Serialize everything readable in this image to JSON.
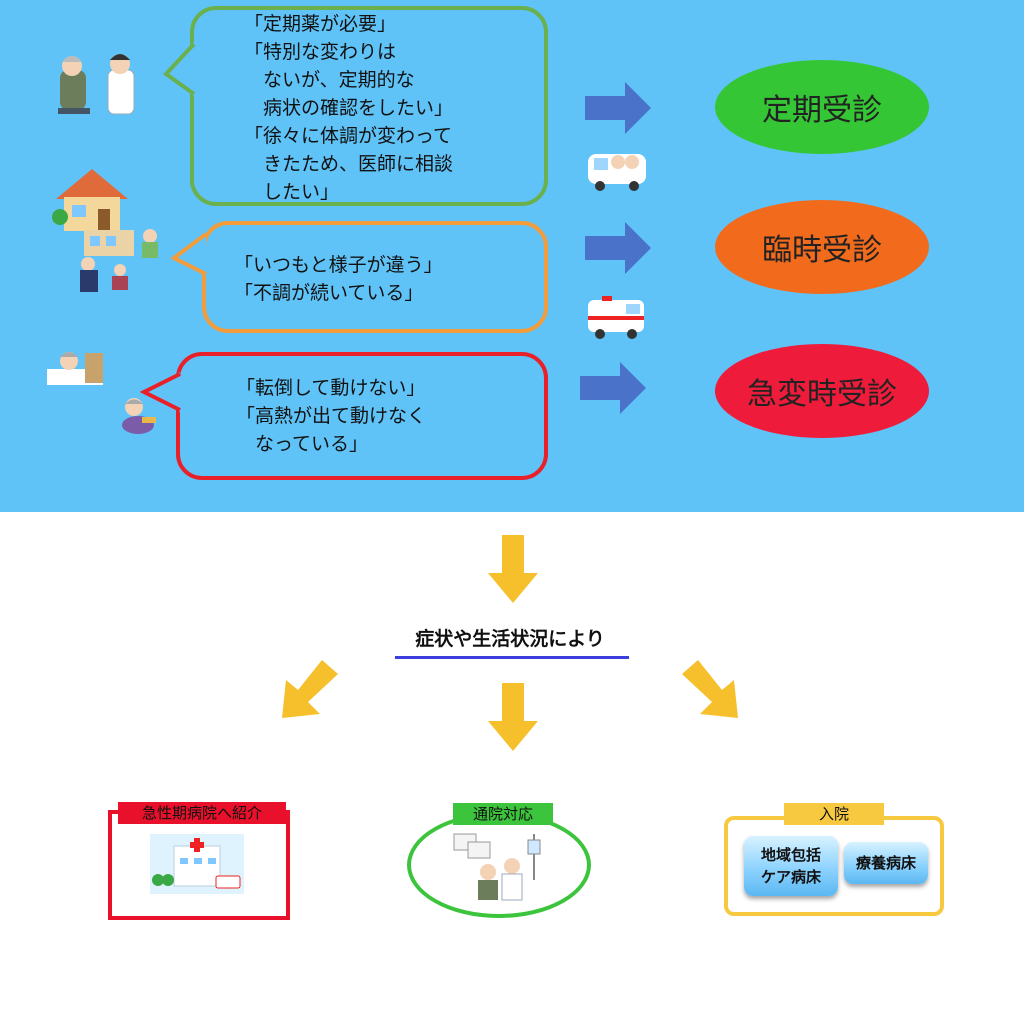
{
  "scenarios": [
    {
      "id": "regular",
      "lines": "「定期薬が必要」\n「特別な変わりは\n　ないが、定期的な\n　病状の確認をしたい」\n「徐々に体調が変わって\n　きたため、医師に相談\n　したい」",
      "border_color": "#6ab04c",
      "result": "定期受診",
      "result_color": "#35c635"
    },
    {
      "id": "temporary",
      "lines": "「いつもと様子が違う」\n「不調が続いている」",
      "border_color": "#f39c3c",
      "result": "臨時受診",
      "result_color": "#f26b1d"
    },
    {
      "id": "emergency",
      "lines": "「転倒して動けない」\n「高熱が出て動けなく\n　なっている」",
      "border_color": "#e8202a",
      "result": "急変時受診",
      "result_color": "#ee1c3a"
    }
  ],
  "center_label": "症状や生活状況により",
  "outcomes": {
    "acute": {
      "label": "急性期病院へ紹介",
      "color": "#e8102a"
    },
    "outpatient": {
      "label": "通院対応",
      "color": "#3cc43c"
    },
    "admission": {
      "label": "入院",
      "color": "#f7c940",
      "wards": [
        "地域包括\nケア病床",
        "療養病床"
      ]
    }
  },
  "colors": {
    "top_background": "#5fc3f8",
    "blue_arrow": "#4a72c8",
    "yellow_arrow": "#f5c02c"
  }
}
